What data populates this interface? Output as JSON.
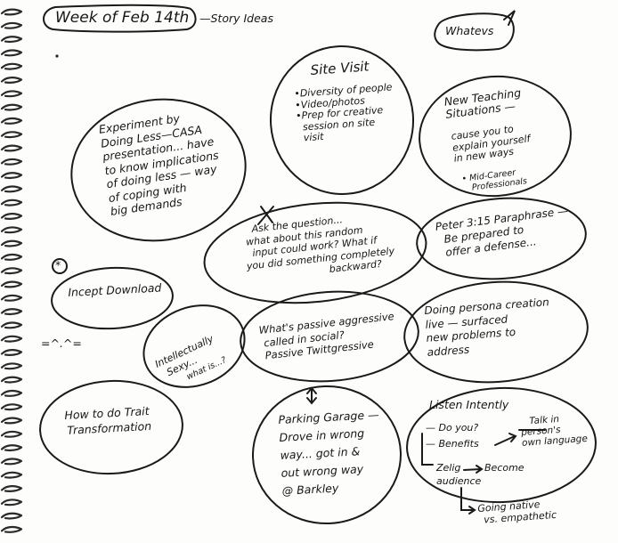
{
  "header": {
    "week_title": "Week of Feb 14th",
    "subtitle": "—Story Ideas",
    "corner_tag": "Whatevs"
  },
  "bubbles": {
    "site_visit": {
      "title": "Site Visit",
      "items": [
        "•Diversity of people",
        "•Video/photos",
        "•Prep for creative",
        "session on site",
        "visit"
      ]
    },
    "new_teaching": {
      "lines": [
        "New Teaching",
        "Situations —",
        "cause you to",
        "explain yourself",
        "in new ways"
      ],
      "note": [
        "• Mid-Career",
        "Professionals"
      ]
    },
    "experiment": {
      "lines": [
        "Experiment by",
        "Doing Less—CASA",
        "presentation... have",
        "to know implications",
        "of doing less — way",
        "of coping with",
        "big demands"
      ]
    },
    "ask_question": {
      "lines": [
        "Ask the question...",
        "what about this random",
        "input could work? What if",
        "you did something completely",
        "backward?"
      ]
    },
    "peter": {
      "lines": [
        "Peter 3:15 Paraphrase —",
        "Be prepared to",
        "offer a defense..."
      ]
    },
    "incept": {
      "star": "*",
      "label": "Incept Download",
      "face": "=^.^="
    },
    "intellectually": {
      "lines": [
        "Intellectually",
        "Sexy... ",
        "what is...?"
      ]
    },
    "passive": {
      "lines": [
        "What's passive aggressive",
        "called in social?",
        "Passive Twittgressive"
      ]
    },
    "persona": {
      "lines": [
        "Doing persona creation",
        "live — surfaced",
        "new problems to",
        "address"
      ]
    },
    "trait": {
      "lines": [
        "How to do Trait",
        "Transformation"
      ]
    },
    "parking": {
      "lines": [
        "Parking Garage —",
        "Drove in wrong",
        "way... got in &",
        "out wrong way",
        "@ Barkley"
      ]
    },
    "listen": {
      "title": "Listen Intently",
      "items": [
        "— Do you?",
        "— Benefits",
        "Talk in",
        "person's",
        "own language",
        "Zelig",
        "Become",
        "audience"
      ],
      "outside": [
        "Going native",
        "vs. empathetic"
      ]
    }
  }
}
